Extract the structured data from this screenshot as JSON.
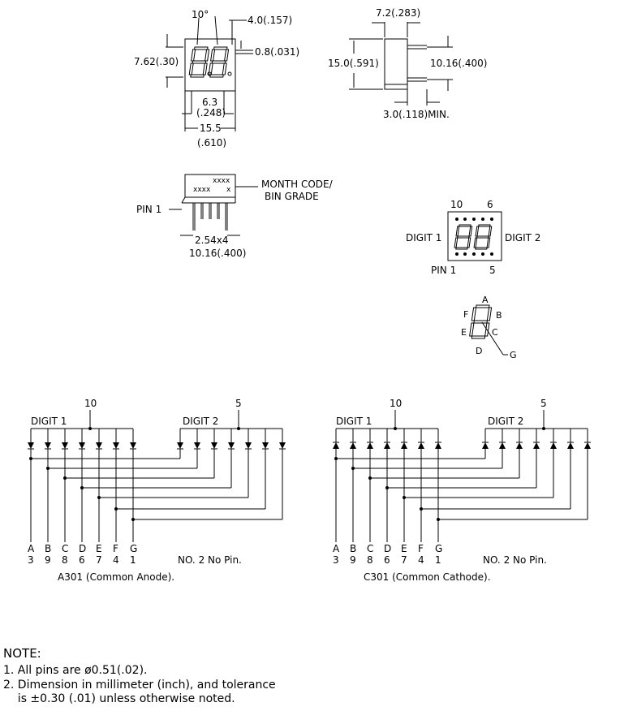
{
  "top_view": {
    "angle": "10°",
    "dim_top_right": "4.0(.157)",
    "dim_left": "7.62(.30)",
    "dim_seg": "0.8(.031)",
    "dim_digit_mm": "6.3",
    "dim_digit_in": "(.248)",
    "dim_width_mm": "15.5",
    "dim_width_in": "(.610)"
  },
  "side_view": {
    "dim_depth": "7.2(.283)",
    "dim_height": "15.0(.591)",
    "dim_pins": "10.16(.400)",
    "dim_pin_len": "3.0(.118)MIN."
  },
  "bottom_view": {
    "marks_top": "xxxx",
    "marks_bottom": "xxxx",
    "marks_x": "x",
    "month_code_line1": "MONTH CODE/",
    "month_code_line2": "BIN GRADE",
    "pin1": "PIN 1",
    "pitch": "2.54x4",
    "pitch_total": "10.16(.400)"
  },
  "pin_view": {
    "pin10": "10",
    "pin6": "6",
    "digit1": "DIGIT 1",
    "digit2": "DIGIT 2",
    "pin1": "PIN 1",
    "pin5": "5"
  },
  "segment_map": {
    "a": "A",
    "b": "B",
    "c": "C",
    "d": "D",
    "e": "E",
    "f": "F",
    "g": "G"
  },
  "schematics": [
    {
      "common_pin_d1": "10",
      "common_pin_d2": "5",
      "digit1": "DIGIT 1",
      "digit2": "DIGIT 2",
      "segments": [
        "A",
        "B",
        "C",
        "D",
        "E",
        "F",
        "G"
      ],
      "pins": [
        "3",
        "9",
        "8",
        "6",
        "7",
        "4",
        "1"
      ],
      "no_pin": "NO. 2 No Pin.",
      "caption": "A301 (Common Anode)."
    },
    {
      "common_pin_d1": "10",
      "common_pin_d2": "5",
      "digit1": "DIGIT 1",
      "digit2": "DIGIT 2",
      "segments": [
        "A",
        "B",
        "C",
        "D",
        "E",
        "F",
        "G"
      ],
      "pins": [
        "3",
        "9",
        "8",
        "6",
        "7",
        "4",
        "1"
      ],
      "no_pin": "NO. 2 No Pin.",
      "caption": "C301 (Common Cathode)."
    }
  ],
  "notes": {
    "title": "NOTE:",
    "line1": "1. All pins are ø0.51(.02).",
    "line2": "2. Dimension in millimeter (inch), and tolerance",
    "line3": "    is ±0.30 (.01) unless otherwise noted."
  }
}
